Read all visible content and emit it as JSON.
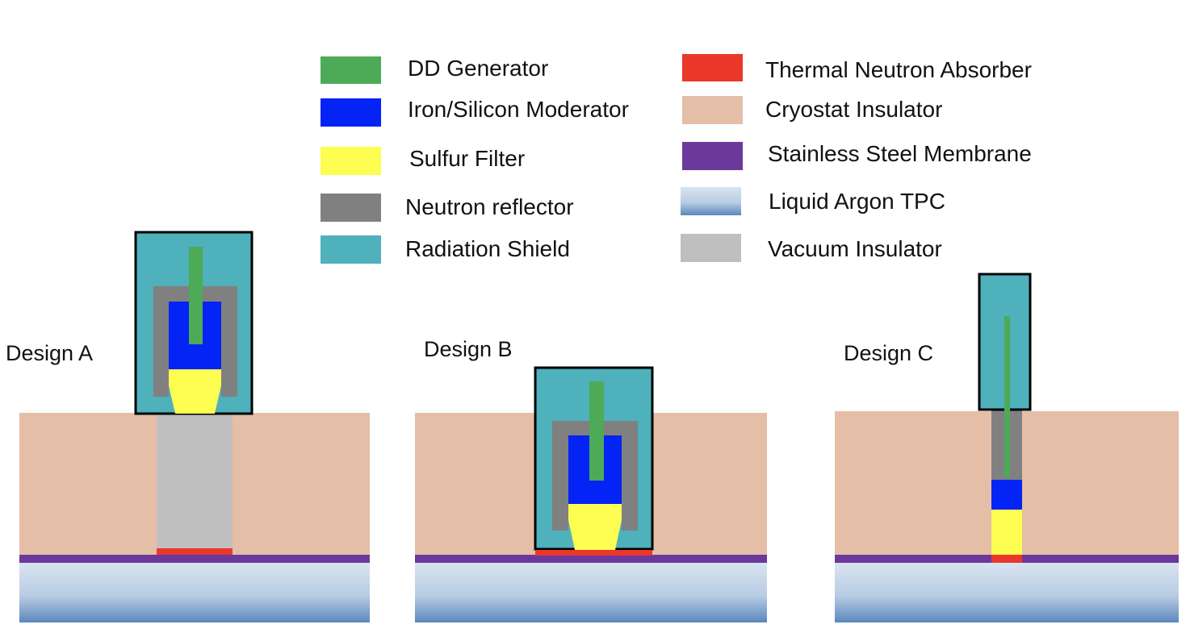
{
  "legend": {
    "items": [
      {
        "label": "DD Generator",
        "color": "#4daa57"
      },
      {
        "label": "Iron/Silicon Moderator",
        "color": "#0423f5"
      },
      {
        "label": "Sulfur Filter",
        "color": "#fdfd52"
      },
      {
        "label": "Neutron reflector",
        "color": "#808080"
      },
      {
        "label": "Radiation Shield",
        "color": "#4eb1bb"
      },
      {
        "label": "Thermal Neutron Absorber",
        "color": "#e9382a"
      },
      {
        "label": "Cryostat Insulator",
        "color": "#e4bea6"
      },
      {
        "label": "Stainless Steel Membrane",
        "color": "#6b399b"
      },
      {
        "label": "Liquid Argon TPC",
        "color_top": "#d9e4f0",
        "color_bottom": "#5b87bd"
      },
      {
        "label": "Vacuum Insulator",
        "color": "#bfbfbf"
      }
    ]
  },
  "designs": [
    {
      "label": "Design A"
    },
    {
      "label": "Design B"
    },
    {
      "label": "Design C"
    }
  ]
}
